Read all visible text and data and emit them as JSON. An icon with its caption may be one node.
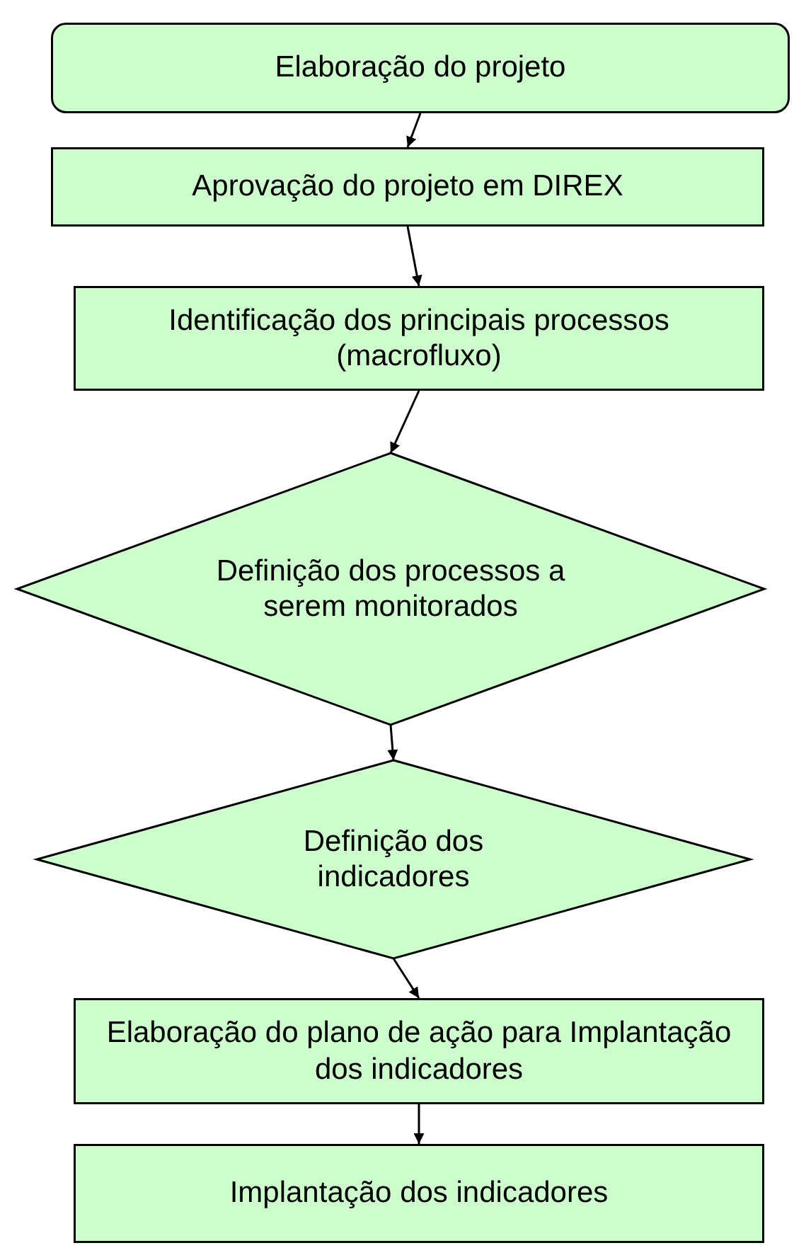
{
  "diagram": {
    "nodes": [
      {
        "text": [
          "Elaboração do projeto"
        ]
      },
      {
        "text": [
          "Aprovação do projeto em DIREX"
        ]
      },
      {
        "text": [
          "Identificação dos principais processos (macrofluxo)"
        ]
      },
      {
        "text": [
          "Definição dos processos a serem monitorados"
        ]
      },
      {
        "text": [
          "Definição dos indicadores"
        ]
      },
      {
        "text": [
          "Elaboração do plano de ação para Implantação dos indicadores"
        ]
      },
      {
        "text": [
          "Implantação dos indicadores"
        ]
      }
    ],
    "edges": [
      {
        "from": 0,
        "to": 1,
        "arrow": "to"
      },
      {
        "from": 1,
        "to": 2,
        "arrow": "to"
      },
      {
        "from": 2,
        "to": 3,
        "arrow": "to"
      },
      {
        "from": 3,
        "to": 4,
        "arrow": "to"
      },
      {
        "from": 4,
        "to": 5,
        "arrow": "to"
      },
      {
        "from": 5,
        "to": 6,
        "arrow": "to"
      }
    ]
  }
}
